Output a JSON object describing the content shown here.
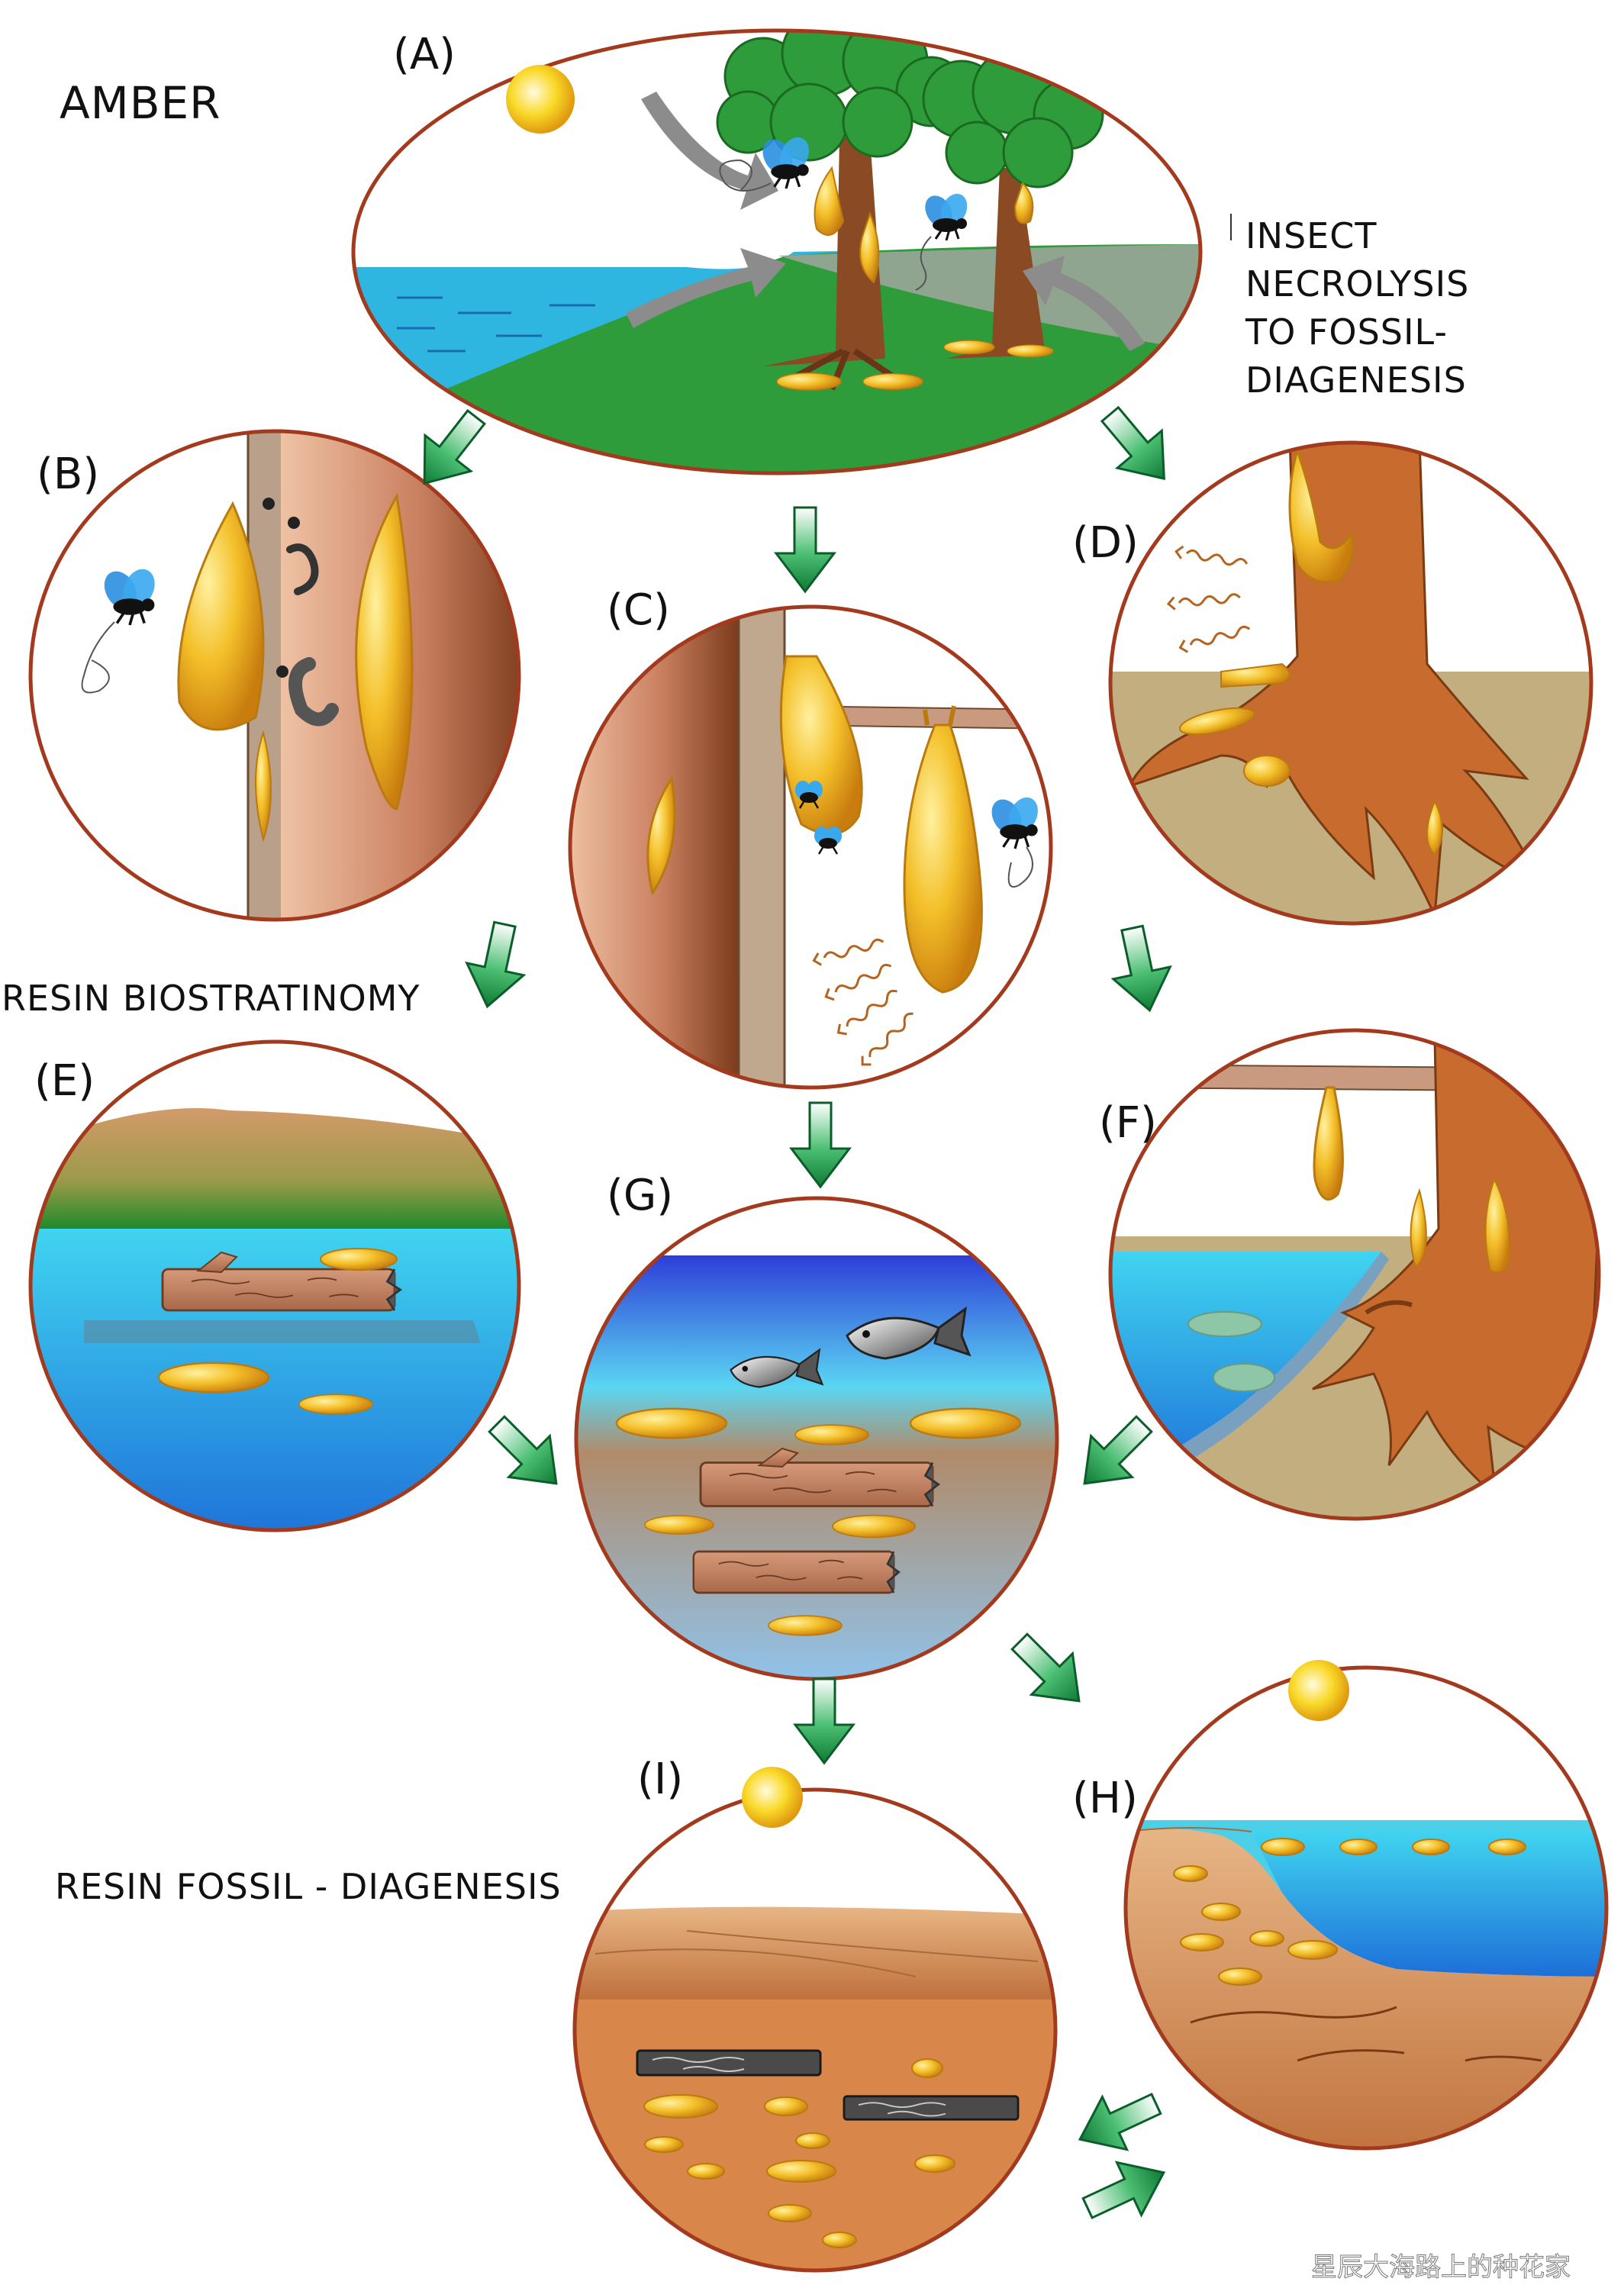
{
  "title": "AMBER",
  "panels": [
    {
      "id": "A",
      "label": "(A)"
    },
    {
      "id": "B",
      "label": "(B)"
    },
    {
      "id": "C",
      "label": "(C)"
    },
    {
      "id": "D",
      "label": "(D)"
    },
    {
      "id": "E",
      "label": "(E)"
    },
    {
      "id": "F",
      "label": "(F)"
    },
    {
      "id": "G",
      "label": "(G)"
    },
    {
      "id": "H",
      "label": "(H)"
    },
    {
      "id": "I",
      "label": "(I)"
    }
  ],
  "side_labels": {
    "necrolysis": [
      "INSECT",
      "NECROLYSIS",
      "TO FOSSIL-",
      "DIAGENESIS"
    ],
    "biostratinomy": "RESIN BIOSTRATINOMY",
    "diagenesis": "RESIN FOSSIL - DIAGENESIS"
  },
  "watermark": "星辰大海路上的种花家",
  "colors": {
    "outline": "#a33a1e",
    "arrow_green": "#1f9a4a",
    "resin": "#f2b21c",
    "bark": "#8a4a24",
    "water": "#27c1e6",
    "grass": "#2e9c3a"
  }
}
